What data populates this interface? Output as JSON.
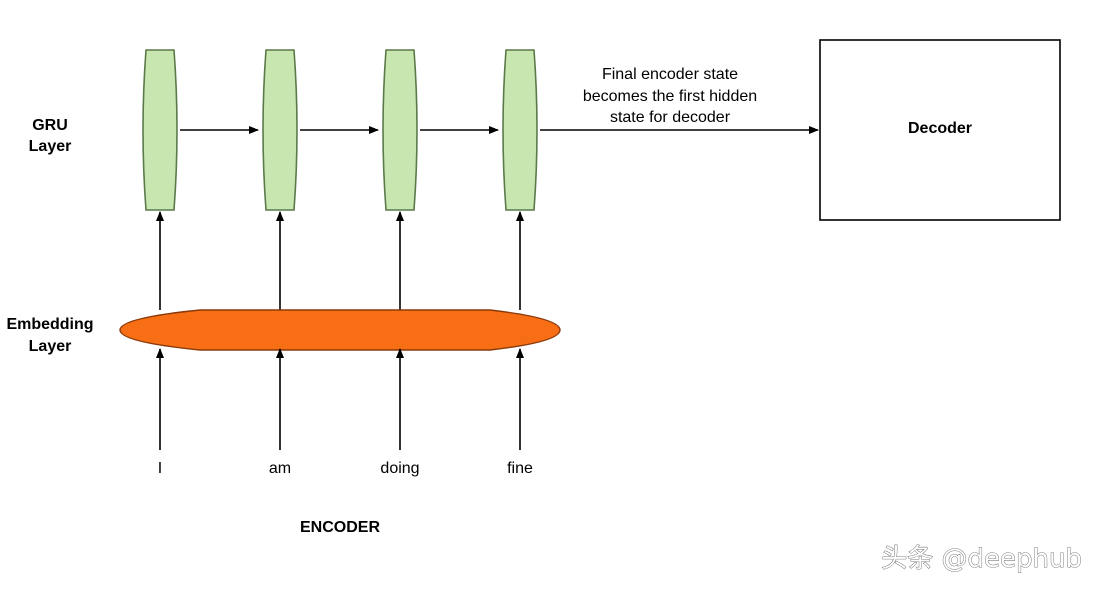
{
  "diagram": {
    "gru_label": [
      "GRU",
      "Layer"
    ],
    "embedding_label": [
      "Embedding",
      "Layer"
    ],
    "encoder_label": "ENCODER",
    "decoder_label": "Decoder",
    "annotation": [
      "Final encoder state",
      "becomes the first hidden",
      "state for decoder"
    ],
    "inputs": [
      "I",
      "am",
      "doing",
      "fine"
    ],
    "colors": {
      "gru_fill": "#c8e6b0",
      "gru_stroke": "#5a7a4a",
      "embedding_fill": "#f86e14",
      "embedding_stroke": "#8a3a0a"
    }
  },
  "watermark": "头条 @deephub"
}
